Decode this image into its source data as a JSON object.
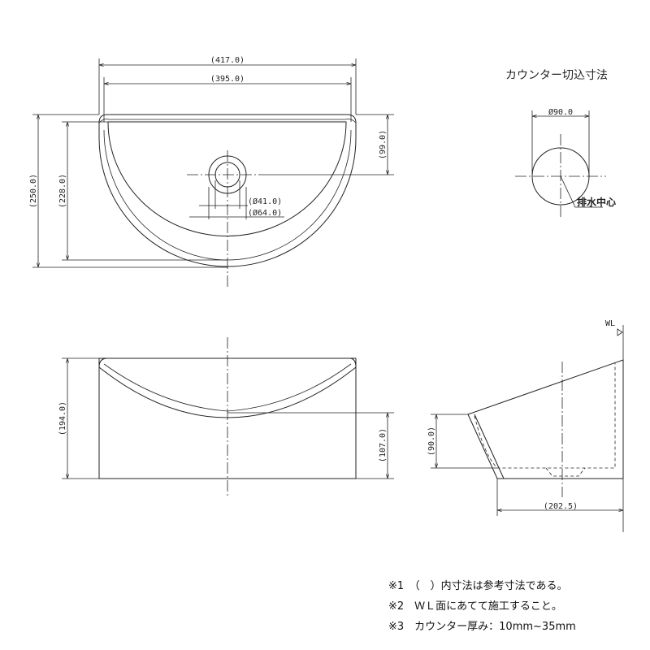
{
  "top_view": {
    "dim_outer_width": "(417.0)",
    "dim_inner_width": "(395.0)",
    "dim_depth_outer": "(250.0)",
    "dim_depth_inner": "(228.0)",
    "dim_drain_offset": "(99.0)",
    "dim_drain_inner": "(Ø41.0)",
    "dim_drain_outer": "(Ø64.0)"
  },
  "cutout": {
    "title": "カウンター切込寸法",
    "dim_diameter": "Ø90.0",
    "drain_center_label": "排水中心"
  },
  "front_view": {
    "dim_height": "(194.0)",
    "dim_side_height": "(107.0)"
  },
  "side_view": {
    "wl_label": "WL",
    "dim_height": "(90.0)",
    "dim_width": "(202.5)"
  },
  "notes": [
    "※1　（　）内寸法は参考寸法である。",
    "※2　ＷＬ面にあてて施工すること。",
    "※3　カウンター厚み：10mm~35mm"
  ]
}
